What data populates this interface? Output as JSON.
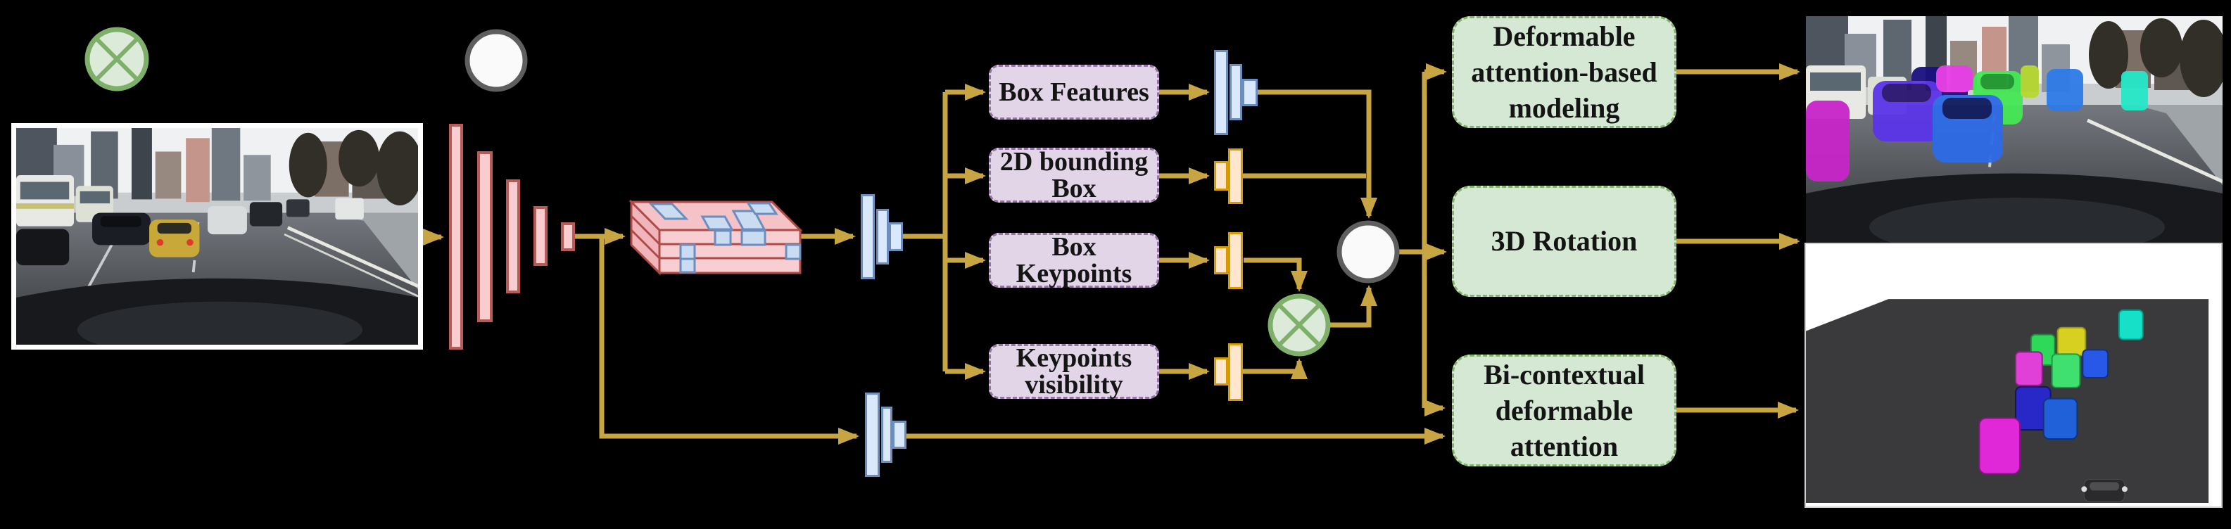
{
  "figure": {
    "type": "model-architecture-diagram",
    "background": "#000000"
  },
  "legend": {
    "multiply_icon": "circled-multiplication-sign",
    "merge_icon": "blank-merge-circle"
  },
  "heads": [
    {
      "label": "Box Features"
    },
    {
      "label": "2D bounding\nBox"
    },
    {
      "label": "Box Keypoints"
    },
    {
      "label": "Keypoints\nvisibility"
    }
  ],
  "modules": [
    {
      "label": "Deformable\nattention-based\nmodeling"
    },
    {
      "label": "3D Rotation"
    },
    {
      "label": "Bi-contextual\ndeformable\nattention"
    }
  ],
  "colors": {
    "arrow": "#C8A543",
    "backbone_bar_fill": "#F8CDD0",
    "backbone_bar_border": "#BA5A56",
    "feature_bar_fill": "#DAE8FC",
    "feature_bar_border": "#6C8EBF",
    "head_bar_fill": "#FFE6CC",
    "head_bar_border": "#D79B00",
    "head_box_fill": "#E1D5E7",
    "head_box_border": "#9673A6",
    "module_fill": "#D5E8D4",
    "module_border": "#82B366",
    "multiply_fill": "#DCEAD9",
    "multiply_border": "#7FB069",
    "merge_fill": "#FAFAFA",
    "merge_border": "#616161"
  }
}
